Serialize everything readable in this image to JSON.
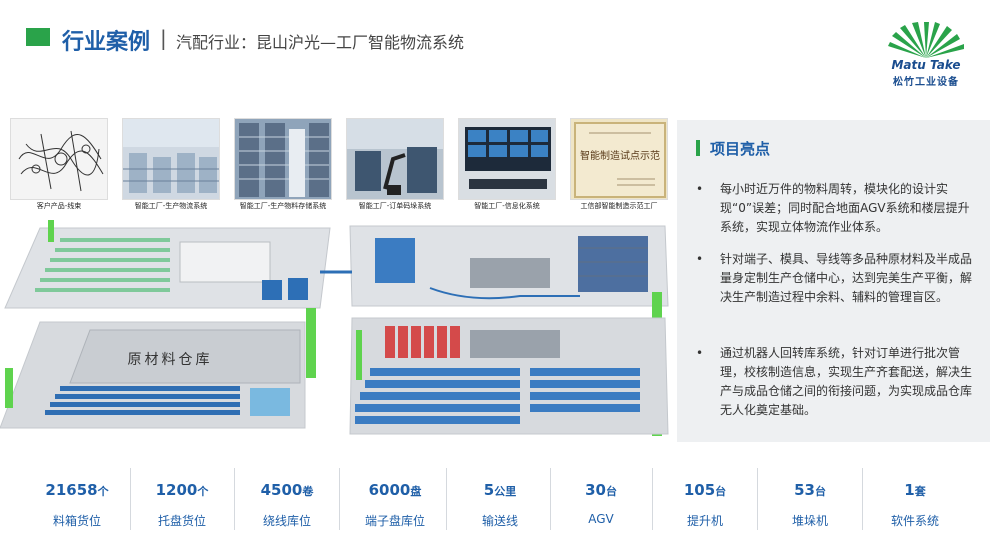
{
  "header": {
    "title": "行业案例",
    "separator": "|",
    "subtitle": "汽配行业：昆山沪光—工厂智能物流系统"
  },
  "logo": {
    "name_en": "Matu Take",
    "name_cn": "松竹工业设备",
    "color": "#1a4d8f",
    "accent": "#2aa34a"
  },
  "photos": [
    {
      "caption": "客户产品-线束"
    },
    {
      "caption": "智能工厂-生产物流系统"
    },
    {
      "caption": "智能工厂-生产物料存储系统"
    },
    {
      "caption": "智能工厂-订单码垛系统"
    },
    {
      "caption": "智能工厂-信息化系统"
    },
    {
      "caption": "工信部智能制造示范工厂"
    }
  ],
  "certificate_text": "智能制造试点示范",
  "render": {
    "warehouse_label": "原材料仓库"
  },
  "highlights": {
    "title": "项目亮点",
    "items": [
      "每小时近万件的物料周转，模块化的设计实现“0”误差；同时配合地面AGV系统和楼层提升系统，实现立体物流作业体系。",
      "针对端子、模具、导线等多品种原材料及半成品量身定制生产仓储中心，达到完美生产平衡，解决生产制造过程中余料、辅料的管理盲区。",
      "通过机器人回转库系统，针对订单进行批次管理，校核制造信息，实现生产齐套配送，解决生产与成品仓储之间的衔接问题，为实现成品仓库无人化奠定基础。"
    ]
  },
  "stats": [
    {
      "value": "21658",
      "unit": "个",
      "label": "料箱货位"
    },
    {
      "value": "1200",
      "unit": "个",
      "label": "托盘货位"
    },
    {
      "value": "4500",
      "unit": "卷",
      "label": "绕线库位"
    },
    {
      "value": "6000",
      "unit": "盘",
      "label": "端子盘库位"
    },
    {
      "value": "5",
      "unit": "公里",
      "label": "输送线"
    },
    {
      "value": "30",
      "unit": "台",
      "label": "AGV"
    },
    {
      "value": "105",
      "unit": "台",
      "label": "提升机"
    },
    {
      "value": "53",
      "unit": "台",
      "label": "堆垛机"
    },
    {
      "value": "1",
      "unit": "套",
      "label": "软件系统"
    }
  ],
  "colors": {
    "primary": "#1f5fa8",
    "accent": "#2aa34a",
    "panel_bg": "#eef0f2"
  }
}
